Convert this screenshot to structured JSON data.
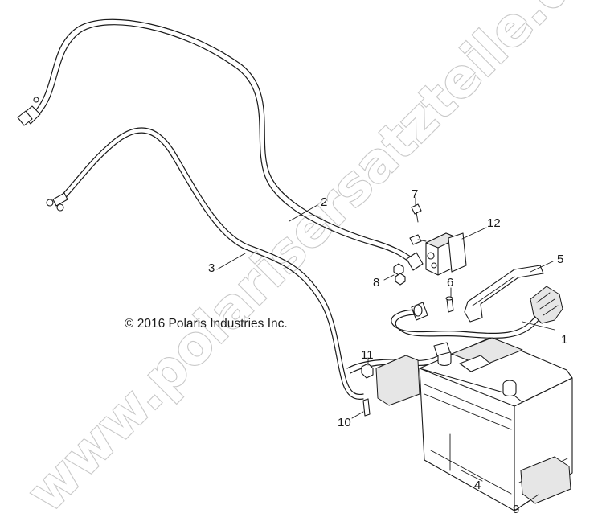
{
  "copyright": "© 2016 Polaris Industries Inc.",
  "watermark": "www.polarisersatzteile.de",
  "callouts": [
    {
      "id": "1",
      "label": "1"
    },
    {
      "id": "2",
      "label": "2"
    },
    {
      "id": "3",
      "label": "3"
    },
    {
      "id": "4",
      "label": "4"
    },
    {
      "id": "5",
      "label": "5"
    },
    {
      "id": "6",
      "label": "6"
    },
    {
      "id": "7",
      "label": "7"
    },
    {
      "id": "8",
      "label": "8"
    },
    {
      "id": "9",
      "label": "9"
    },
    {
      "id": "10",
      "label": "10"
    },
    {
      "id": "11",
      "label": "11"
    },
    {
      "id": "12",
      "label": "12"
    }
  ]
}
